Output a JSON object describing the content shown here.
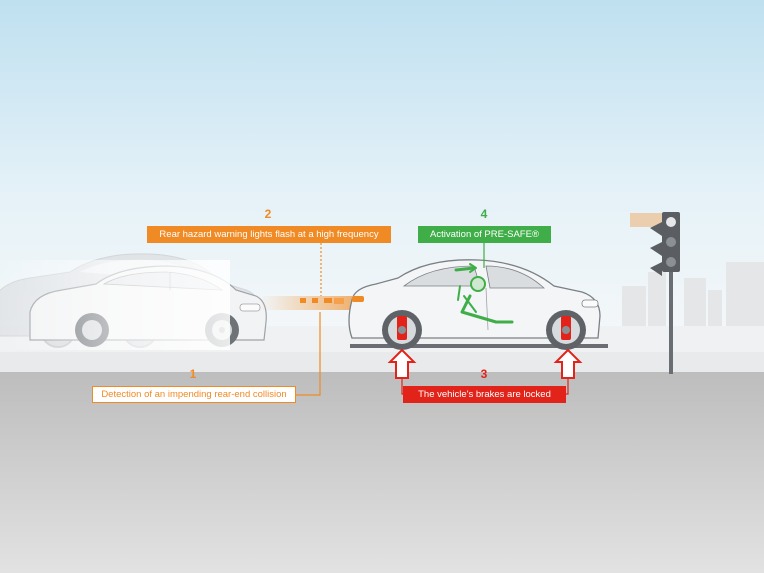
{
  "colors": {
    "orange": "#f08a24",
    "green": "#3fae49",
    "red": "#e2231a",
    "sky_top": "#bfe0f0",
    "road": "#bcbcbc"
  },
  "annotations": [
    {
      "number": "1",
      "label": "Detection of an impending rear-end collision",
      "color": "#f08a24",
      "style": "outline"
    },
    {
      "number": "2",
      "label": "Rear hazard warning lights flash at a high frequency",
      "color": "#f08a24",
      "style": "solid"
    },
    {
      "number": "3",
      "label": "The vehicle's brakes are locked",
      "color": "#e2231a",
      "style": "solid"
    },
    {
      "number": "4",
      "label": "Activation of PRE-SAFE®",
      "color": "#3fae49",
      "style": "solid"
    }
  ],
  "icons": [
    "car-rear-icon",
    "car-front-icon",
    "traffic-light-icon",
    "brake-arrow-icon",
    "occupant-seat-icon",
    "hazard-light-icon"
  ]
}
